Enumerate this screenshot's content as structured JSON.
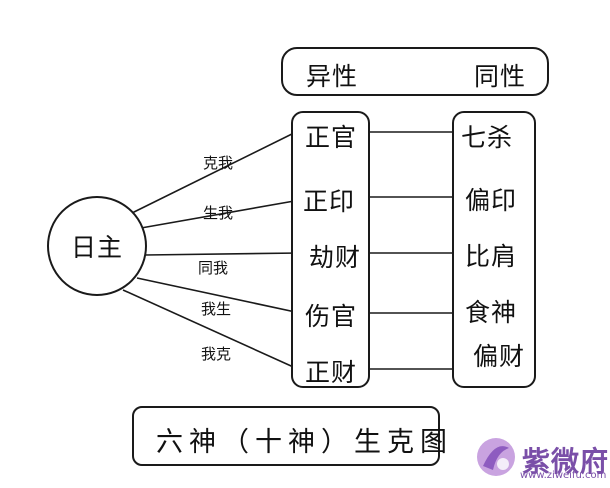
{
  "header": {
    "opposite_gender": "异性",
    "same_gender": "同性"
  },
  "center": {
    "label": "日主"
  },
  "relations": [
    "克我",
    "生我",
    "同我",
    "我生",
    "我克"
  ],
  "left_column": [
    "正官",
    "正印",
    "劫财",
    "伤官",
    "正财"
  ],
  "right_column": [
    "七杀",
    "偏印",
    "比肩",
    "食神",
    "偏财"
  ],
  "caption": "六神（十神）生克图",
  "watermark": {
    "name": "紫微府",
    "url": "www.ziweifu.com",
    "color": "#7a4fa8"
  }
}
